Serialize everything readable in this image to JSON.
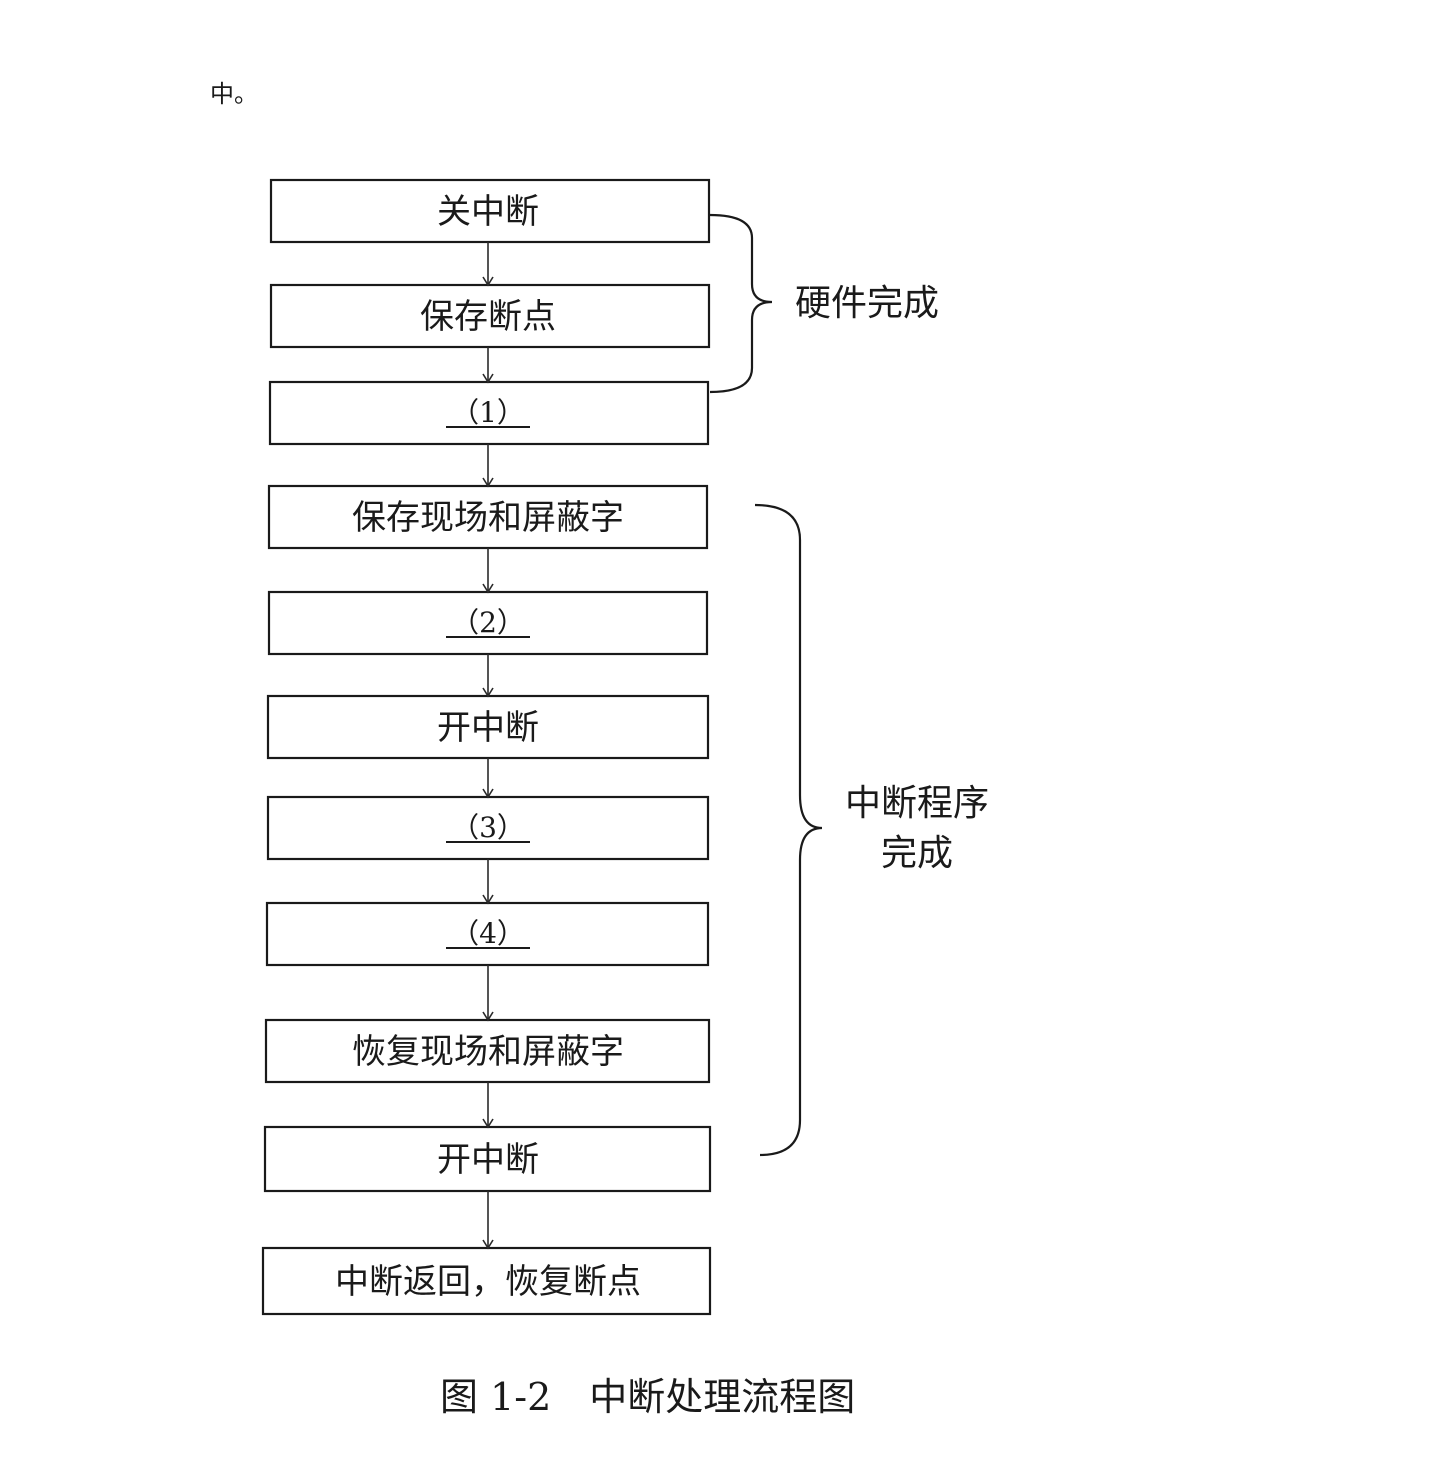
{
  "lead_text": "中。",
  "steps": [
    {
      "id": "step-1",
      "label": "关中断",
      "blank": false
    },
    {
      "id": "step-2",
      "label": "保存断点",
      "blank": false
    },
    {
      "id": "step-3",
      "label": "（1）",
      "blank": true
    },
    {
      "id": "step-4",
      "label": "保存现场和屏蔽字",
      "blank": false
    },
    {
      "id": "step-5",
      "label": "（2）",
      "blank": true
    },
    {
      "id": "step-6",
      "label": "开中断",
      "blank": false
    },
    {
      "id": "step-7",
      "label": "（3）",
      "blank": true
    },
    {
      "id": "step-8",
      "label": "（4）",
      "blank": true
    },
    {
      "id": "step-9",
      "label": "恢复现场和屏蔽字",
      "blank": false
    },
    {
      "id": "step-10",
      "label": "开中断",
      "blank": false
    },
    {
      "id": "step-11",
      "label": "中断返回，恢复断点",
      "blank": false
    }
  ],
  "groups": {
    "hardware": {
      "label": "硬件完成",
      "from_step": 1,
      "to_step": 3
    },
    "software": {
      "label_lines": [
        "中断程序",
        "完成"
      ],
      "from_step": 4,
      "to_step": 10
    }
  },
  "caption": "图 1-2　中断处理流程图"
}
